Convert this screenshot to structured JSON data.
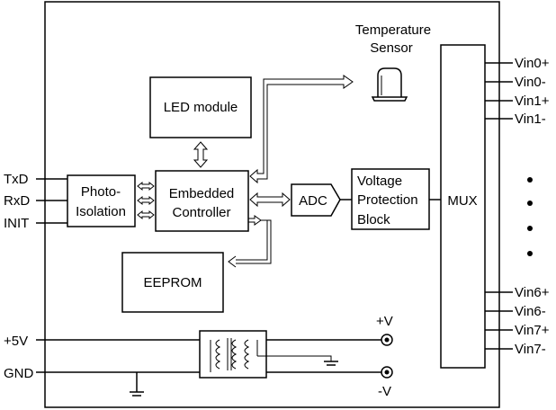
{
  "diagram": {
    "blocks": {
      "led_module": "LED module",
      "embedded_controller_line1": "Embedded",
      "embedded_controller_line2": "Controller",
      "photo_isolation_line1": "Photo-",
      "photo_isolation_line2": "Isolation",
      "eeprom": "EEPROM",
      "adc": "ADC",
      "voltage_protection_line1": "Voltage",
      "voltage_protection_line2": "Protection",
      "voltage_protection_line3": "Block",
      "mux": "MUX",
      "temperature_sensor_line1": "Temperature",
      "temperature_sensor_line2": "Sensor"
    },
    "left_signals": {
      "txd": "TxD",
      "rxd": "RxD",
      "init": "INIT",
      "plus5v": "+5V",
      "gnd": "GND"
    },
    "right_inputs": {
      "vin0p": "Vin0+",
      "vin0m": "Vin0-",
      "vin1p": "Vin1+",
      "vin1m": "Vin1-",
      "vin6p": "Vin6+",
      "vin6m": "Vin6-",
      "vin7p": "Vin7+",
      "vin7m": "Vin7-"
    },
    "power_outputs": {
      "plus_v": "+V",
      "minus_v": "-V"
    }
  }
}
